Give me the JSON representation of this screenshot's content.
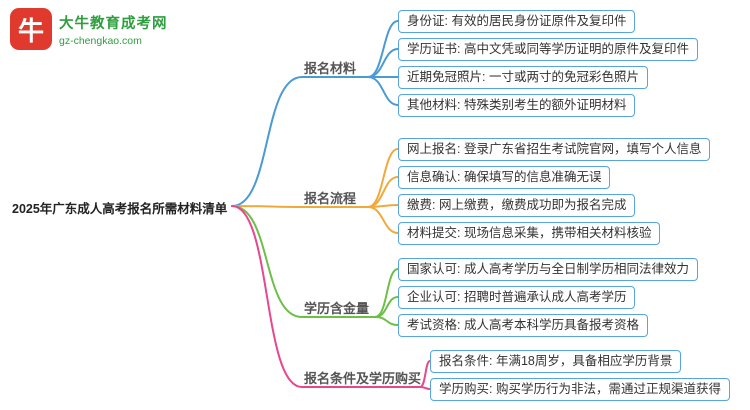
{
  "logo": {
    "icon_text": "牛",
    "name": "大牛教育成考网",
    "domain": "gz-chengkao.com"
  },
  "root": {
    "label": "2025年广东成人高考报名所需材料清单"
  },
  "branches": [
    {
      "label": "报名材料",
      "color": "#4a9ad4",
      "leaves": [
        "身份证: 有效的居民身份证原件及复印件",
        "学历证书: 高中文凭或同等学历证明的原件及复印件",
        "近期免冠照片: 一寸或两寸的免冠彩色照片",
        "其他材料: 特殊类别考生的额外证明材料"
      ]
    },
    {
      "label": "报名流程",
      "color": "#f2a93b",
      "leaves": [
        "网上报名: 登录广东省招生考试院官网，填写个人信息",
        "信息确认: 确保填写的信息准确无误",
        "缴费: 网上缴费，缴费成功即为报名完成",
        "材料提交: 现场信息采集，携带相关材料核验"
      ]
    },
    {
      "label": "学历含金量",
      "color": "#6cbf47",
      "leaves": [
        "国家认可: 成人高考学历与全日制学历相同法律效力",
        "企业认可: 招聘时普遍承认成人高考学历",
        "考试资格: 成人高考本科学历具备报考资格"
      ]
    },
    {
      "label": "报名条件及学历购买",
      "color": "#e8468f",
      "leaves": [
        "报名条件: 年满18周岁，具备相应学历背景",
        "学历购买: 购买学历行为非法，需通过正规渠道获得"
      ]
    }
  ],
  "colors": {
    "leaf_border": "#57a4de",
    "logo_red": "#e03a2f",
    "logo_green": "#2f9e3f"
  }
}
